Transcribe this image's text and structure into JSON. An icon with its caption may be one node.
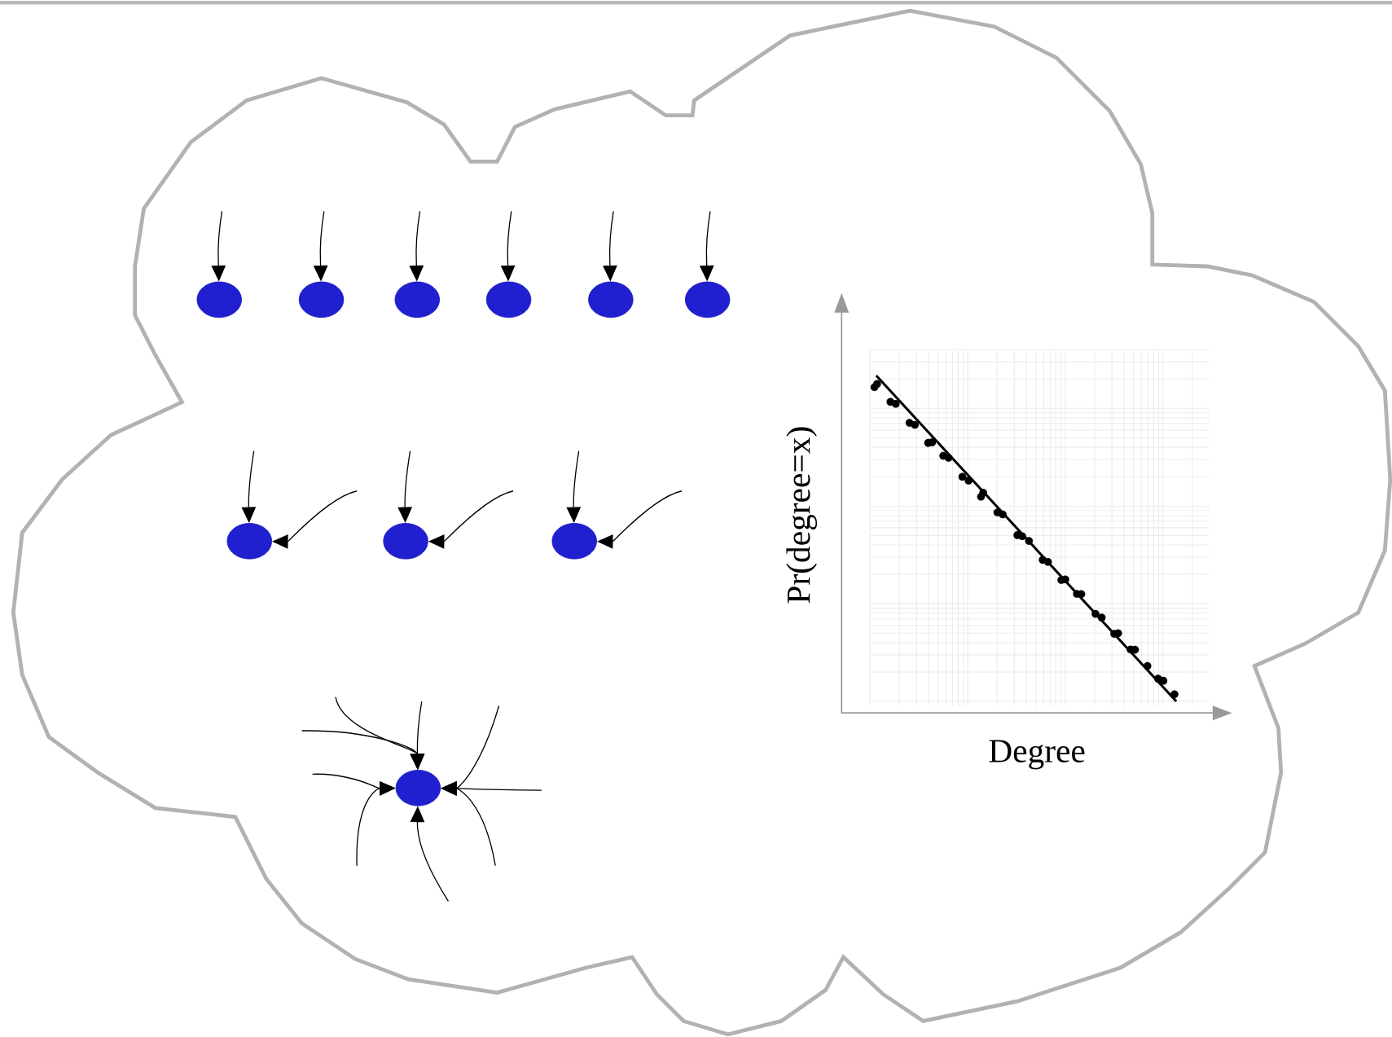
{
  "diagram": {
    "nodes": [
      {
        "text": [],
        "shape": "cloud"
      },
      {
        "text": [],
        "shape": "circle",
        "in": 0
      },
      {
        "text": [],
        "shape": "circle",
        "in": 0
      },
      {
        "text": [],
        "shape": "circle",
        "in": 0
      },
      {
        "text": [],
        "shape": "circle",
        "in": 0
      },
      {
        "text": [],
        "shape": "circle",
        "in": 0
      },
      {
        "text": [],
        "shape": "circle",
        "in": 0
      },
      {
        "text": [],
        "shape": "circle",
        "in": 0
      },
      {
        "text": [],
        "shape": "circle",
        "in": 0
      },
      {
        "text": [],
        "shape": "circle",
        "in": 0
      },
      {
        "text": [],
        "shape": "circle",
        "in": 0
      }
    ],
    "edges": [
      {
        "from": null,
        "to": 1,
        "arrow": "to"
      },
      {
        "from": null,
        "to": 2,
        "arrow": "to"
      },
      {
        "from": null,
        "to": 3,
        "arrow": "to"
      },
      {
        "from": null,
        "to": 4,
        "arrow": "to"
      },
      {
        "from": null,
        "to": 5,
        "arrow": "to"
      },
      {
        "from": null,
        "to": 6,
        "arrow": "to"
      },
      {
        "from": null,
        "to": 7,
        "arrow": "to"
      },
      {
        "from": null,
        "to": 7,
        "arrow": "to"
      },
      {
        "from": null,
        "to": 8,
        "arrow": "to"
      },
      {
        "from": null,
        "to": 8,
        "arrow": "to"
      },
      {
        "from": null,
        "to": 9,
        "arrow": "to"
      },
      {
        "from": null,
        "to": 9,
        "arrow": "to"
      },
      {
        "from": null,
        "to": 10,
        "arrow": "to"
      },
      {
        "from": null,
        "to": 10,
        "arrow": "to"
      },
      {
        "from": null,
        "to": 10,
        "arrow": "to"
      },
      {
        "from": null,
        "to": 10,
        "arrow": "to"
      },
      {
        "from": null,
        "to": 10,
        "arrow": "to"
      },
      {
        "from": null,
        "to": 10,
        "arrow": "to"
      },
      {
        "from": null,
        "to": 10,
        "arrow": "to"
      },
      {
        "from": null,
        "to": 10,
        "arrow": "to"
      },
      {
        "from": null,
        "to": 10,
        "arrow": "to"
      }
    ],
    "labels": [
      "Pr(degree=x)",
      "Degree"
    ]
  }
}
